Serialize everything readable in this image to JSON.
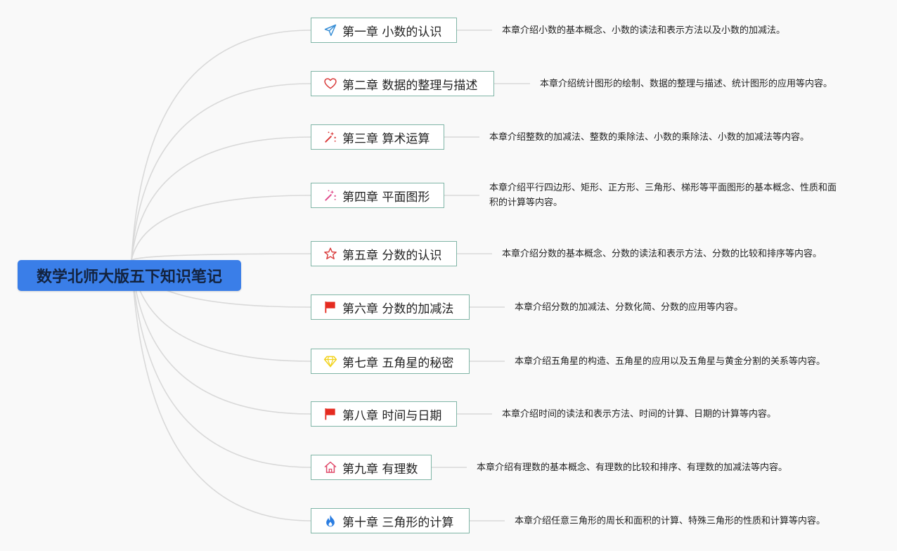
{
  "root": {
    "title": "数学北师大版五下知识笔记"
  },
  "chapters": [
    {
      "title": "第一章 小数的认识",
      "icon": "paper-plane-icon",
      "icon_color": "#3a8fd6",
      "description": "本章介绍小数的基本概念、小数的读法和表示方法以及小数的加减法。"
    },
    {
      "title": "第二章 数据的整理与描述",
      "icon": "heart-icon",
      "icon_color": "#d93a3a",
      "description": "本章介绍统计图形的绘制、数据的整理与描述、统计图形的应用等内容。"
    },
    {
      "title": "第三章 算术运算",
      "icon": "magic-wand-icon",
      "icon_color": "#d93a3a",
      "description": "本章介绍整数的加减法、整数的乘除法、小数的乘除法、小数的加减法等内容。"
    },
    {
      "title": "第四章 平面图形",
      "icon": "magic-wand-icon",
      "icon_color": "#e04a8a",
      "description": "本章介绍平行四边形、矩形、正方形、三角形、梯形等平面图形的基本概念、性质和面积的计算等内容。"
    },
    {
      "title": "第五章 分数的认识",
      "icon": "star-icon",
      "icon_color": "#d93a3a",
      "description": "本章介绍分数的基本概念、分数的读法和表示方法、分数的比较和排序等内容。"
    },
    {
      "title": "第六章 分数的加减法",
      "icon": "flag-icon",
      "icon_color": "#e52b20",
      "description": "本章介绍分数的加减法、分数化简、分数的应用等内容。"
    },
    {
      "title": "第七章 五角星的秘密",
      "icon": "diamond-icon",
      "icon_color": "#f2d21b",
      "description": "本章介绍五角星的构造、五角星的应用以及五角星与黄金分割的关系等内容。"
    },
    {
      "title": "第八章 时间与日期",
      "icon": "flag-icon",
      "icon_color": "#e52b20",
      "description": "本章介绍时间的读法和表示方法、时间的计算、日期的计算等内容。"
    },
    {
      "title": "第九章 有理数",
      "icon": "home-icon",
      "icon_color": "#e04a6a",
      "description": "本章介绍有理数的基本概念、有理数的比较和排序、有理数的加减法等内容。"
    },
    {
      "title": "第十章 三角形的计算",
      "icon": "flame-icon",
      "icon_color": "#2a7de1",
      "description": "本章介绍任意三角形的周长和面积的计算、特殊三角形的性质和计算等内容。"
    }
  ]
}
